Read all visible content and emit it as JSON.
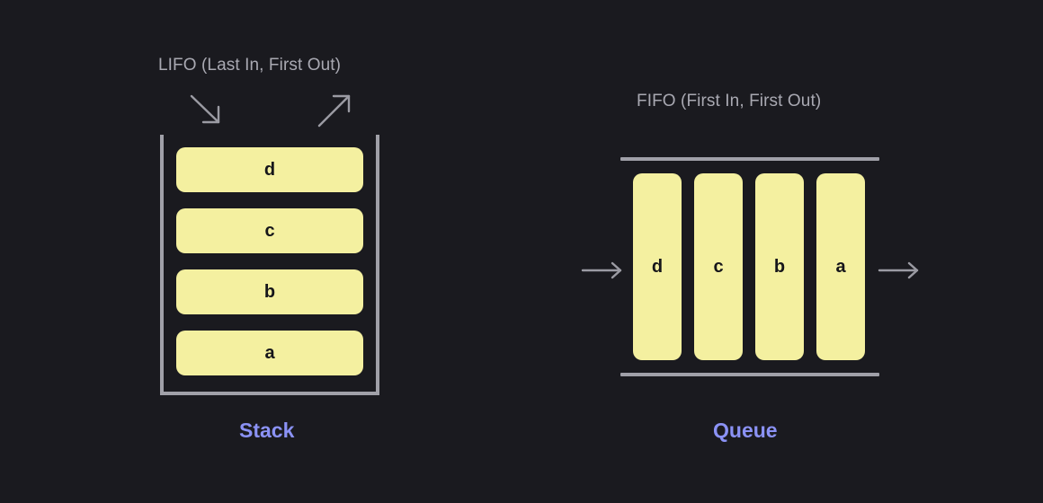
{
  "theme": {
    "background": "#1a1a1f",
    "cell_fill": "#f4f0a0",
    "cell_text": "#16161a",
    "border": "#a0a0a8",
    "caption_text": "#a9a9b2",
    "title_text": "#8b92f5"
  },
  "stack": {
    "caption": "LIFO (Last In, First Out)",
    "title": "Stack",
    "items": [
      {
        "label": "d"
      },
      {
        "label": "c"
      },
      {
        "label": "b"
      },
      {
        "label": "a"
      }
    ],
    "arrows": [
      {
        "name": "push-arrow",
        "direction": "down-right"
      },
      {
        "name": "pop-arrow",
        "direction": "up-right"
      }
    ]
  },
  "queue": {
    "caption": "FIFO (First In, First Out)",
    "title": "Queue",
    "items": [
      {
        "label": "d"
      },
      {
        "label": "c"
      },
      {
        "label": "b"
      },
      {
        "label": "a"
      }
    ],
    "arrows": [
      {
        "name": "enqueue-arrow",
        "direction": "right"
      },
      {
        "name": "dequeue-arrow",
        "direction": "right"
      }
    ]
  }
}
